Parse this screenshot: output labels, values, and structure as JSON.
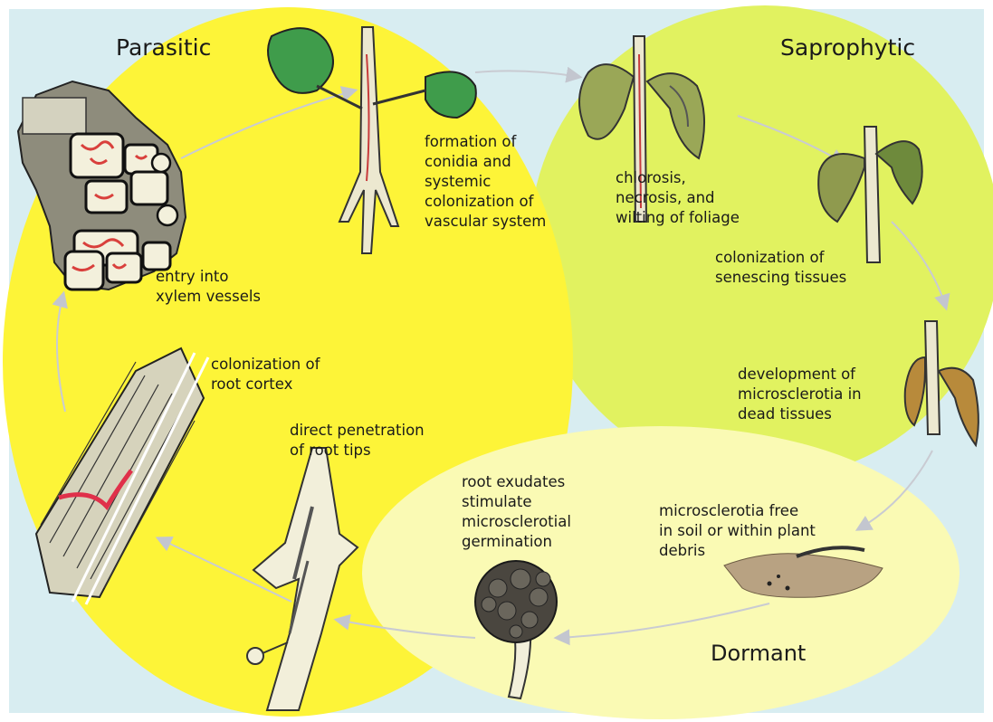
{
  "phases": {
    "parasitic": "Parasitic",
    "saprophytic": "Saprophytic",
    "dormant": "Dormant"
  },
  "steps": {
    "conidia": "formation of\nconidia and\nsystemic\ncolonization of\nvascular system",
    "chlorosis": "chlorosis,\nnecrosis, and\nwilting of foliage",
    "senescing": "colonization of\nsenescing tissues",
    "microsclerotia_dev": "development of\nmicrosclerotia in\ndead tissues",
    "free_soil": "microsclerotia free\nin soil or within plant\ndebris",
    "exudates": "root exudates\nstimulate\nmicrosclerotial\ngermination",
    "penetration": "direct penetration\nof root tips",
    "cortex": "colonization of\nroot cortex",
    "xylem": "entry into\nxylem vessels"
  },
  "colors": {
    "background": "#d8edf1",
    "parasitic": "#fdf438",
    "saprophytic": "#e1f260",
    "dormant": "#fafab4",
    "arrow": "#c9cbd2"
  }
}
